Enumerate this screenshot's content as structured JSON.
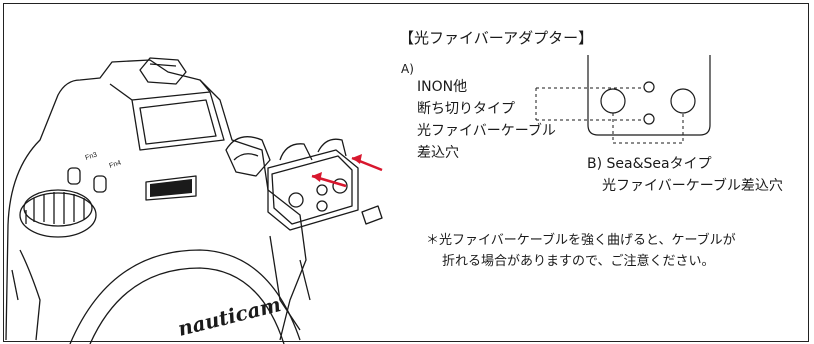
{
  "header": {
    "title": "【光ファイバーアダプター】"
  },
  "labels": {
    "a_marker": "A)",
    "a_lines": [
      "INON他",
      "断ち切りタイプ",
      "光ファイバーケーブル",
      "差込穴"
    ],
    "b_lines": [
      "B) Sea&Seaタイプ",
      "光ファイバーケーブル差込穴"
    ]
  },
  "note": {
    "lines": [
      "＊光ファイバーケーブルを強く曲げると、ケーブルが",
      "折れる場合がありますので、ご注意ください。"
    ]
  },
  "camera_markings": {
    "badge1": "Fn3",
    "badge2": "Fn4",
    "brand": "nauticam"
  },
  "colors": {
    "arrow": "#d8172e",
    "line": "#1a1a1a"
  }
}
